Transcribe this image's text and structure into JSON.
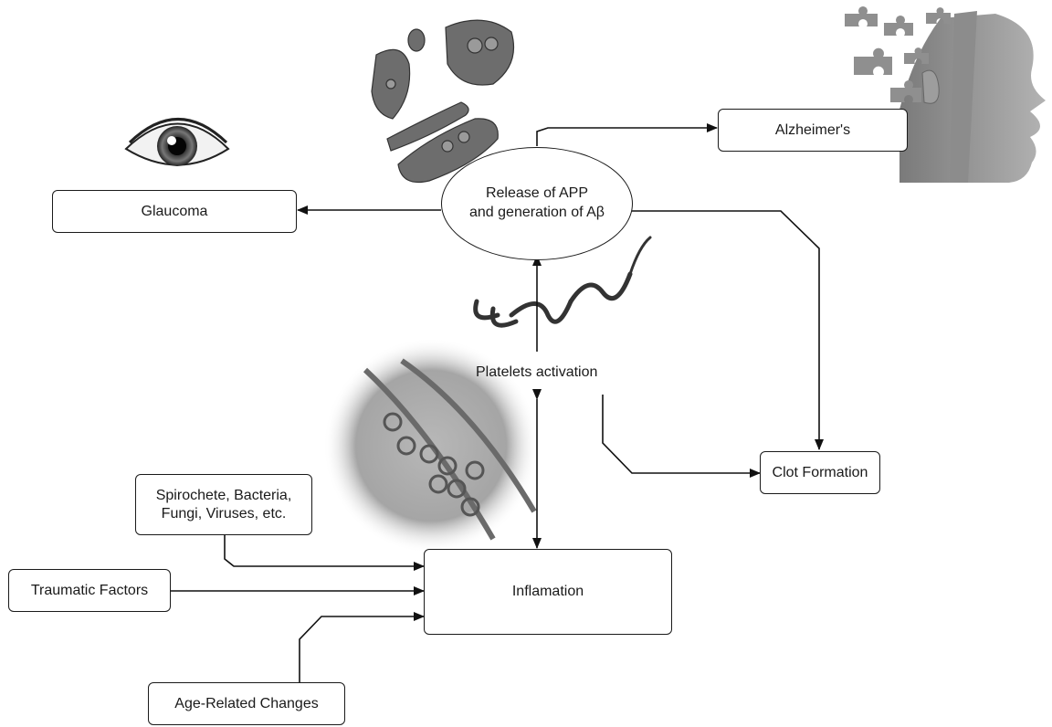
{
  "nodes": {
    "release": {
      "line1": "Release of APP",
      "line2": "and generation of Aβ"
    },
    "alzheimers": "Alzheimer's",
    "glaucoma": "Glaucoma",
    "platelets": "Platelets activation",
    "clot": "Clot Formation",
    "pathogens": {
      "line1": "Spirochete, Bacteria,",
      "line2": "Fungi, Viruses, etc."
    },
    "traumatic": "Traumatic Factors",
    "inflamation": "Inflamation",
    "age": "Age-Related Changes"
  },
  "illustrations": [
    "eye-icon",
    "platelet-cells-image",
    "puzzle-head-image",
    "amyloid-protein-ribbon",
    "blood-vessel-micrograph"
  ],
  "edges": [
    {
      "from": "release",
      "to": "alzheimers"
    },
    {
      "from": "release",
      "to": "glaucoma"
    },
    {
      "from": "release",
      "to": "clot"
    },
    {
      "from": "platelets",
      "to": "release"
    },
    {
      "from": "platelets",
      "to": "clot"
    },
    {
      "from": "platelets",
      "to": "inflamation",
      "bidirectional": true
    },
    {
      "from": "pathogens",
      "to": "inflamation"
    },
    {
      "from": "traumatic",
      "to": "inflamation"
    },
    {
      "from": "age",
      "to": "inflamation"
    }
  ]
}
